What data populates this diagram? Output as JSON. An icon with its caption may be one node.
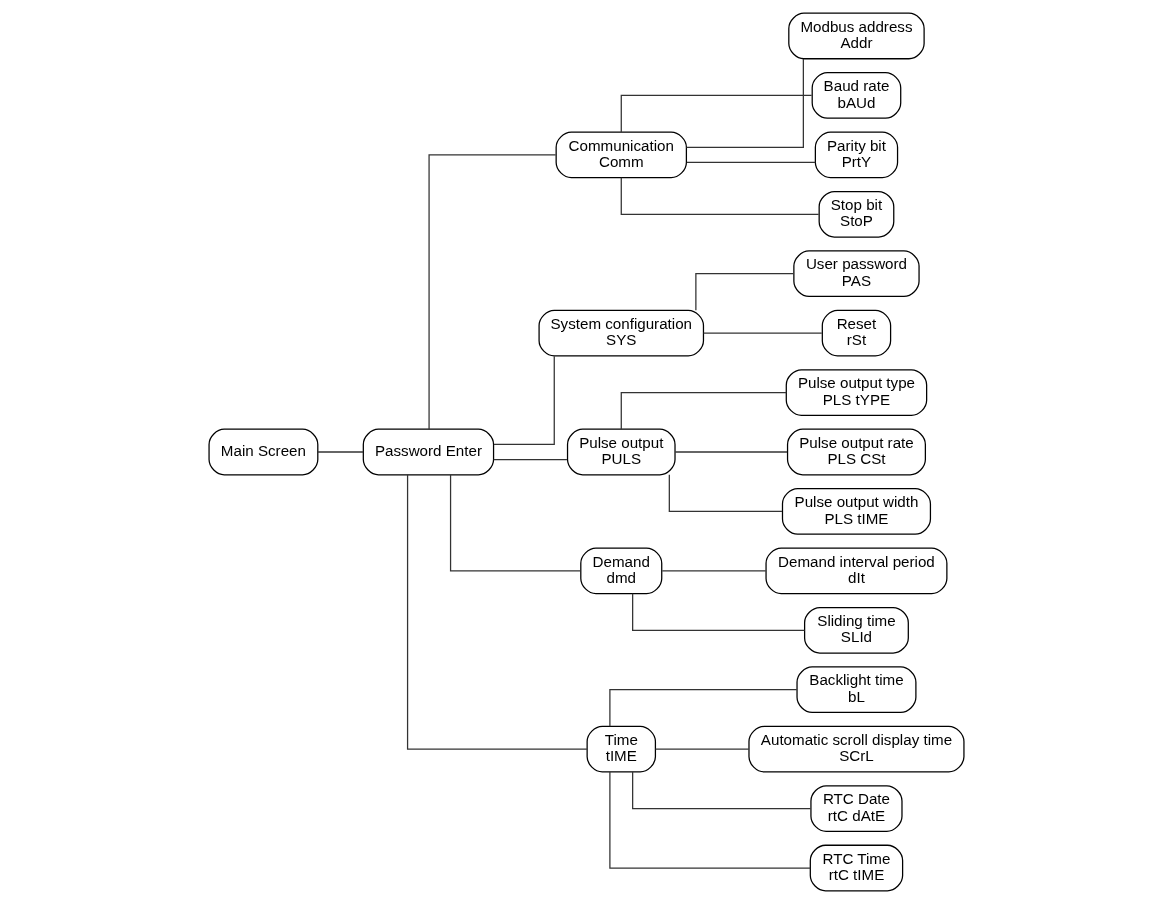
{
  "diagram": {
    "nodes": [
      {
        "text": [
          "Main Screen"
        ]
      },
      {
        "text": [
          "Password Enter"
        ]
      },
      {
        "text": [
          "Communication",
          "Comm"
        ]
      },
      {
        "text": [
          "Modbus address",
          "Addr"
        ]
      },
      {
        "text": [
          "Baud rate",
          "bAUd"
        ]
      },
      {
        "text": [
          "Parity bit",
          "PrtY"
        ]
      },
      {
        "text": [
          "Stop bit",
          "StoP"
        ]
      },
      {
        "text": [
          "System configuration",
          "SYS"
        ]
      },
      {
        "text": [
          "User password",
          "PAS"
        ]
      },
      {
        "text": [
          "Reset",
          "rSt"
        ]
      },
      {
        "text": [
          "Pulse output",
          "PULS"
        ]
      },
      {
        "text": [
          "Pulse output type",
          "PLS tYPE"
        ]
      },
      {
        "text": [
          "Pulse output rate",
          "PLS CSt"
        ]
      },
      {
        "text": [
          "Pulse output width",
          "PLS tIME"
        ]
      },
      {
        "text": [
          "Demand",
          "dmd"
        ]
      },
      {
        "text": [
          "Demand interval period",
          "dIt"
        ]
      },
      {
        "text": [
          "Sliding time",
          "SLId"
        ]
      },
      {
        "text": [
          "Time",
          "tIME"
        ]
      },
      {
        "text": [
          "Backlight time",
          "bL"
        ]
      },
      {
        "text": [
          "Automatic scroll display time",
          "SCrL"
        ]
      },
      {
        "text": [
          "RTC Date",
          "rtC dAtE"
        ]
      },
      {
        "text": [
          "RTC Time",
          "rtC tIME"
        ]
      }
    ],
    "edges": [
      {
        "from": 0,
        "to": 1,
        "arrow": "none"
      },
      {
        "from": 1,
        "to": 2,
        "arrow": "none"
      },
      {
        "from": 2,
        "to": 3,
        "arrow": "none"
      },
      {
        "from": 2,
        "to": 4,
        "arrow": "none"
      },
      {
        "from": 2,
        "to": 5,
        "arrow": "none"
      },
      {
        "from": 2,
        "to": 6,
        "arrow": "none"
      },
      {
        "from": 1,
        "to": 7,
        "arrow": "none"
      },
      {
        "from": 7,
        "to": 8,
        "arrow": "none"
      },
      {
        "from": 7,
        "to": 9,
        "arrow": "none"
      },
      {
        "from": 1,
        "to": 10,
        "arrow": "none"
      },
      {
        "from": 10,
        "to": 11,
        "arrow": "none"
      },
      {
        "from": 10,
        "to": 12,
        "arrow": "none"
      },
      {
        "from": 10,
        "to": 13,
        "arrow": "none"
      },
      {
        "from": 1,
        "to": 14,
        "arrow": "none"
      },
      {
        "from": 14,
        "to": 15,
        "arrow": "none"
      },
      {
        "from": 14,
        "to": 16,
        "arrow": "none"
      },
      {
        "from": 1,
        "to": 17,
        "arrow": "none"
      },
      {
        "from": 17,
        "to": 18,
        "arrow": "none"
      },
      {
        "from": 17,
        "to": 19,
        "arrow": "none"
      },
      {
        "from": 17,
        "to": 20,
        "arrow": "none"
      },
      {
        "from": 17,
        "to": 21,
        "arrow": "none"
      }
    ]
  }
}
